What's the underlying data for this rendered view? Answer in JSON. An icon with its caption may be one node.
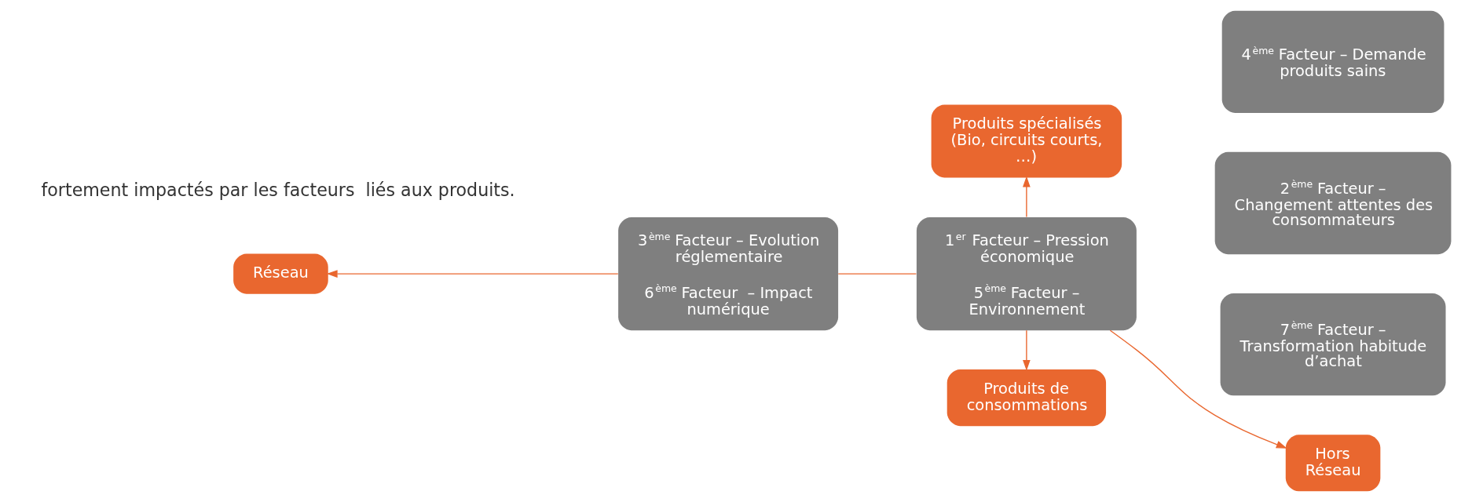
{
  "diagram": {
    "nodes": [
      {
        "text": [
          "Produits spécialisés (Bio, circuits courts, …)"
        ]
      },
      {
        "text": [
          "4$^{ème}$ Facteur – Demande produits sains"
        ]
      },
      {
        "text": [
          "2$^{ème}$ Facteur – Changement attentes des consommateurs"
        ]
      },
      {
        "text": [
          "7$^{ème}$ Facteur – Transformation habitude d’achat"
        ]
      },
      {
        "text": [
          "Réseau"
        ]
      },
      {
        "text": [
          "3$^{ème}$ Facteur – Evolution réglementaire",
          "6$^{ème}$ Facteur  – Impact numérique"
        ]
      },
      {
        "text": [
          "1$^{er}$ Facteur – Pression économique",
          "5$^{ème}$ Facteur – Environnement"
        ]
      },
      {
        "text": [
          "Hors Réseau"
        ]
      },
      {
        "text": [
          "Produits de consommations"
        ]
      }
    ],
    "edges": [
      {
        "from": 6,
        "to": 0,
        "arrow": "to"
      },
      {
        "from": 6,
        "to": 5,
        "arrow": "none"
      },
      {
        "from": 5,
        "to": 4,
        "arrow": "to"
      },
      {
        "from": 6,
        "to": 7,
        "arrow": "to"
      },
      {
        "from": 6,
        "to": 8,
        "arrow": "to"
      }
    ],
    "labels": [
      "fortement impactés par les facteurs  liés aux produits."
    ]
  }
}
